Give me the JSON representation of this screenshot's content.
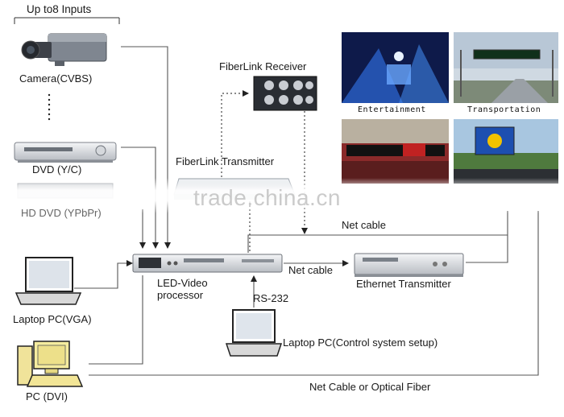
{
  "title": "Up to8 Inputs",
  "devices": {
    "camera": "Camera(CVBS)",
    "dvd": "DVD  (Y/C)",
    "hd_dvd": "HD DVD (YPbPr)",
    "laptop_vga": "Laptop PC(VGA)",
    "pc_dvi": "PC (DVI)",
    "processor": "LED-Video processor",
    "processor_line1": "LED-Video",
    "processor_line2": "processor",
    "control_laptop": "Laptop PC(Control system setup)",
    "receiver": "FiberLink Receiver",
    "transmitter": "FiberLink Transmitter",
    "ethernet_tx": "Ethernet Transmitter"
  },
  "links": {
    "net_cable_1": "Net cable",
    "net_cable_2": "Net cable",
    "rs232": "RS-232",
    "net_or_fiber": "Net Cable or Optical  Fiber"
  },
  "photos": [
    {
      "caption": "Entertainment"
    },
    {
      "caption": "Transportation"
    },
    {
      "caption": ""
    },
    {
      "caption": ""
    }
  ],
  "watermark": "trade.china.cn",
  "colors": {
    "line": "#555555",
    "dotted": "#444444"
  }
}
